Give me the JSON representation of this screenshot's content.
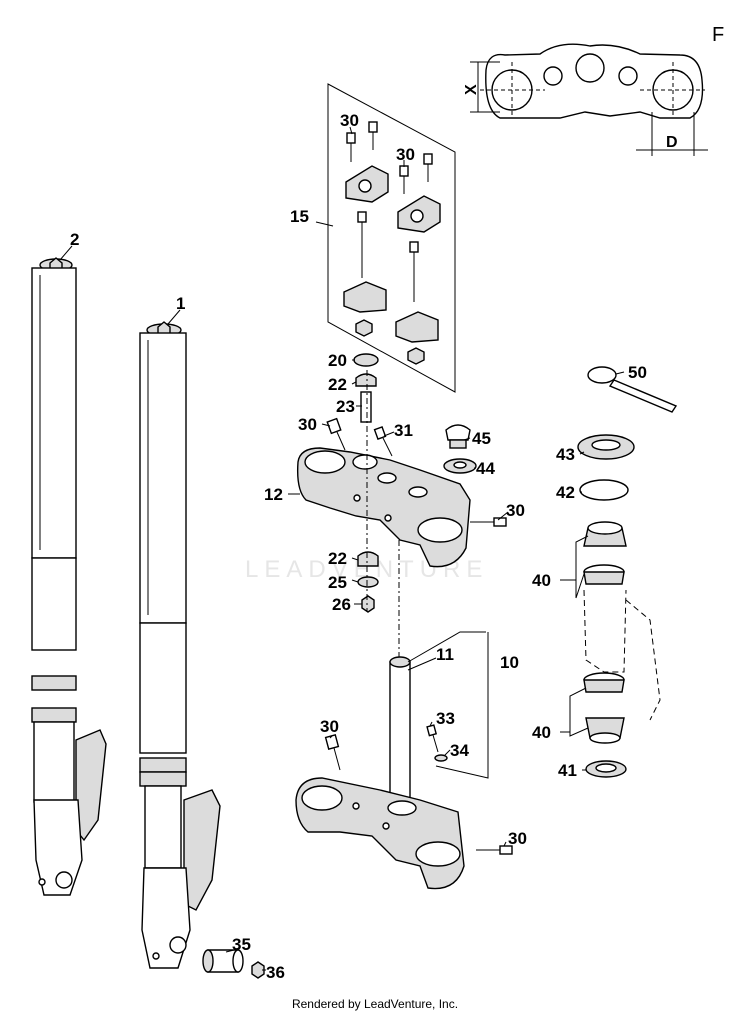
{
  "corner_letter": "F",
  "watermark": "LEADVENTURE",
  "footer": "Rendered by LeadVenture, Inc.",
  "dimensions": {
    "x": "X",
    "d": "D"
  },
  "callouts": {
    "c1": "1",
    "c2": "2",
    "c10": "10",
    "c11": "11",
    "c12": "12",
    "c15": "15",
    "c20": "20",
    "c22a": "22",
    "c22b": "22",
    "c23": "23",
    "c25": "25",
    "c26": "26",
    "c30a": "30",
    "c30b": "30",
    "c30c": "30",
    "c30d": "30",
    "c30e": "30",
    "c30f": "30",
    "c31": "31",
    "c33": "33",
    "c34": "34",
    "c35": "35",
    "c36": "36",
    "c40a": "40",
    "c40b": "40",
    "c41": "41",
    "c42": "42",
    "c43": "43",
    "c44": "44",
    "c45": "45",
    "c50": "50"
  }
}
